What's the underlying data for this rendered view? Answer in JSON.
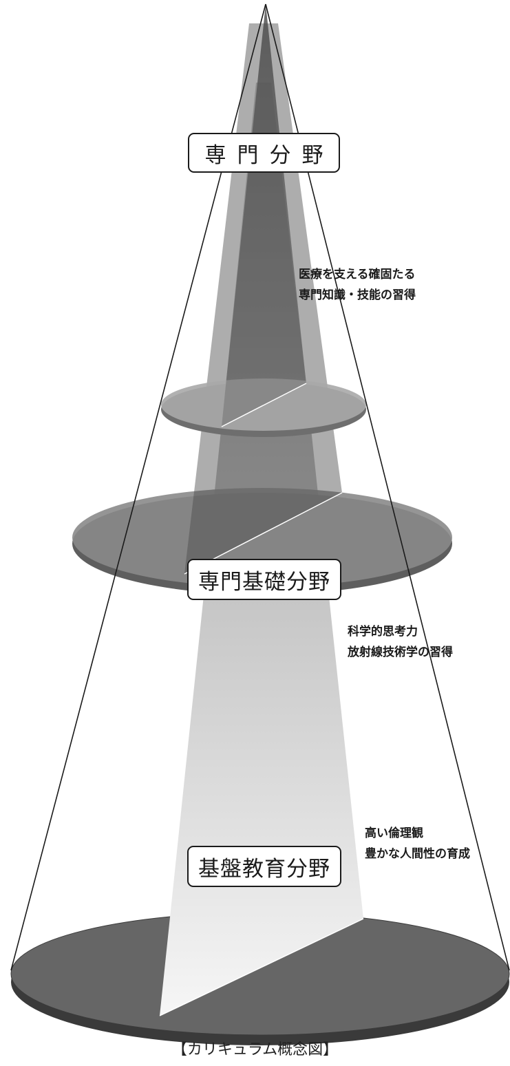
{
  "tiers": {
    "specialized": {
      "label": "専門分野",
      "description": [
        "医療を支える確固たる",
        "専門知識・技能の習得"
      ]
    },
    "specialized_basic": {
      "label": "専門基礎分野",
      "description": [
        "科学的思考力",
        "放射線技術学の習得"
      ]
    },
    "foundation": {
      "label": "基盤教育分野",
      "description": [
        "高い倫理観",
        "豊かな人間性の育成"
      ]
    }
  },
  "caption": "【カリキュラム概念図】",
  "colors": {
    "outline": "#1a1a1a",
    "disc_small": "#a9a9a9",
    "disc_medium": "#8a8a8a",
    "disc_large": "#666666",
    "beam_top": "#6c6c6c",
    "beam_bottom": "#f4f4f4"
  }
}
